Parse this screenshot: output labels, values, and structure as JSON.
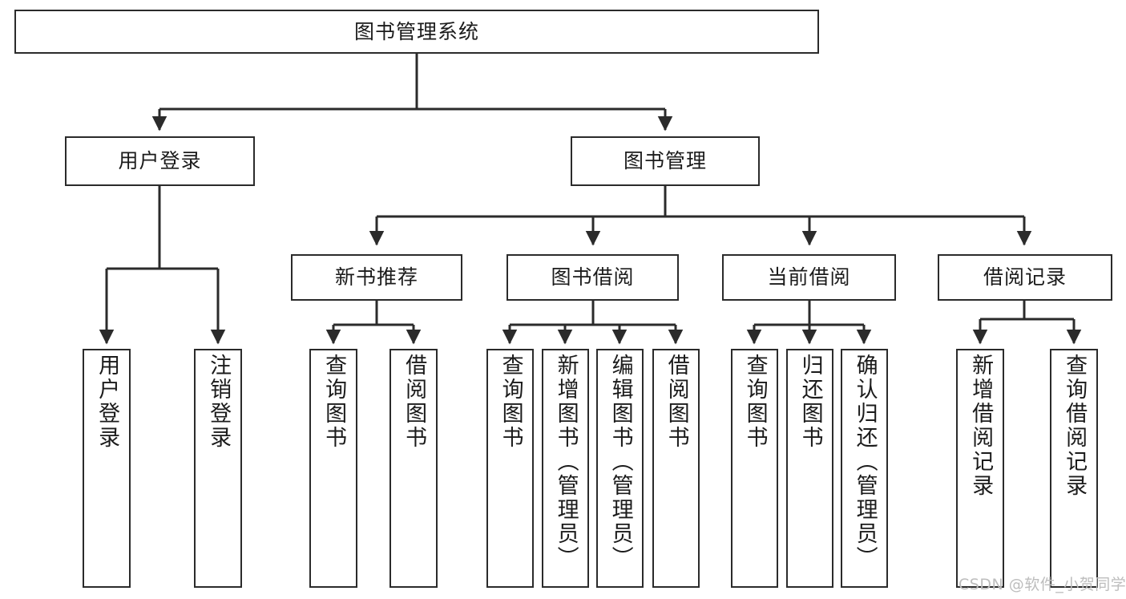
{
  "diagram": {
    "type": "tree-hierarchy",
    "title": "图书管理系统",
    "watermark": "CSDN @软件_小贺同学",
    "colors": {
      "stroke": "#2b2b2b",
      "fill": "#ffffff",
      "text": "#1b1b1b",
      "watermark": "#bdbdbd"
    },
    "nodes": {
      "root": {
        "label": "图书管理系统",
        "level": 1,
        "orientation": "horizontal"
      },
      "lvl2": [
        {
          "id": "user-login",
          "label": "用户登录",
          "orientation": "horizontal"
        },
        {
          "id": "book-manage",
          "label": "图书管理",
          "orientation": "horizontal"
        }
      ],
      "lvl3": [
        {
          "id": "new-book-recommend",
          "label": "新书推荐",
          "orientation": "horizontal"
        },
        {
          "id": "book-borrow",
          "label": "图书借阅",
          "orientation": "horizontal"
        },
        {
          "id": "current-borrow",
          "label": "当前借阅",
          "orientation": "horizontal"
        },
        {
          "id": "borrow-record",
          "label": "借阅记录",
          "orientation": "horizontal"
        }
      ],
      "leaves": [
        {
          "id": "leaf-user-login",
          "label": "用户登录",
          "parent": "user-login",
          "orientation": "vertical"
        },
        {
          "id": "leaf-logout",
          "label": "注销登录",
          "parent": "user-login",
          "orientation": "vertical"
        },
        {
          "id": "leaf-query-book-1",
          "label": "查询图书",
          "parent": "new-book-recommend",
          "orientation": "vertical"
        },
        {
          "id": "leaf-borrow-book-1",
          "label": "借阅图书",
          "parent": "new-book-recommend",
          "orientation": "vertical"
        },
        {
          "id": "leaf-query-book-2",
          "label": "查询图书",
          "parent": "book-borrow",
          "orientation": "vertical"
        },
        {
          "id": "leaf-add-book",
          "label": "新增图书（管理员）",
          "parent": "book-borrow",
          "orientation": "vertical"
        },
        {
          "id": "leaf-edit-book",
          "label": "编辑图书（管理员）",
          "parent": "book-borrow",
          "orientation": "vertical"
        },
        {
          "id": "leaf-borrow-book-2",
          "label": "借阅图书",
          "parent": "book-borrow",
          "orientation": "vertical"
        },
        {
          "id": "leaf-query-book-3",
          "label": "查询图书",
          "parent": "current-borrow",
          "orientation": "vertical"
        },
        {
          "id": "leaf-return-book",
          "label": "归还图书",
          "parent": "current-borrow",
          "orientation": "vertical"
        },
        {
          "id": "leaf-confirm-return",
          "label": "确认归还（管理员）",
          "parent": "current-borrow",
          "orientation": "vertical"
        },
        {
          "id": "leaf-add-record",
          "label": "新增借阅记录",
          "parent": "borrow-record",
          "orientation": "vertical"
        },
        {
          "id": "leaf-query-record",
          "label": "查询借阅记录",
          "parent": "borrow-record",
          "orientation": "vertical"
        }
      ]
    }
  }
}
